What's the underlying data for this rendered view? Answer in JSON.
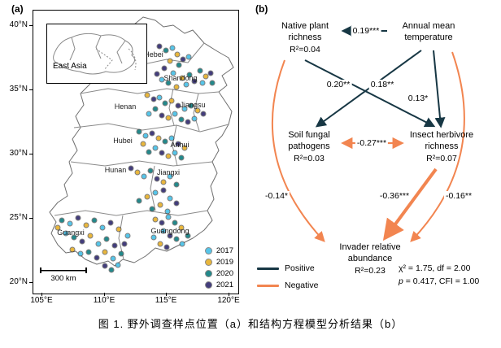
{
  "figure": {
    "panel_a_label": "(a)",
    "panel_b_label": "(b)",
    "caption": "图 1. 野外调查样点位置（a）和结构方程模型分析结果（b）"
  },
  "map": {
    "inset_label": "East Asia",
    "scale_bar_label": "300 km",
    "x_ticks": [
      "105°E",
      "110°E",
      "115°E",
      "120°E"
    ],
    "y_ticks": [
      "40°N",
      "35°N",
      "30°N",
      "25°N",
      "20°N"
    ],
    "provinces": [
      "Hebei",
      "Shandong",
      "Henan",
      "Jiangsu",
      "Hubei",
      "Anhui",
      "Hunan",
      "Jiangxi",
      "Guangxi",
      "Guangdong"
    ],
    "legend": [
      {
        "year": "2017",
        "color": "#56c5e9"
      },
      {
        "year": "2019",
        "color": "#e8b63c"
      },
      {
        "year": "2020",
        "color": "#23898b"
      },
      {
        "year": "2021",
        "color": "#433d7c"
      }
    ],
    "points": [
      [
        155,
        44,
        3
      ],
      [
        163,
        49,
        2
      ],
      [
        171,
        46,
        0
      ],
      [
        177,
        54,
        1
      ],
      [
        184,
        60,
        3
      ],
      [
        191,
        57,
        0
      ],
      [
        179,
        67,
        2
      ],
      [
        168,
        62,
        1
      ],
      [
        161,
        71,
        3
      ],
      [
        172,
        77,
        0
      ],
      [
        152,
        78,
        3
      ],
      [
        158,
        85,
        0
      ],
      [
        183,
        83,
        1
      ],
      [
        192,
        79,
        2
      ],
      [
        198,
        87,
        3
      ],
      [
        188,
        91,
        0
      ],
      [
        176,
        94,
        1
      ],
      [
        166,
        89,
        2
      ],
      [
        205,
        74,
        2
      ],
      [
        212,
        81,
        1
      ],
      [
        218,
        77,
        3
      ],
      [
        208,
        89,
        0
      ],
      [
        220,
        89,
        2
      ],
      [
        140,
        104,
        1
      ],
      [
        148,
        109,
        3
      ],
      [
        155,
        107,
        0
      ],
      [
        162,
        114,
        2
      ],
      [
        170,
        111,
        1
      ],
      [
        178,
        117,
        3
      ],
      [
        186,
        121,
        0
      ],
      [
        194,
        117,
        2
      ],
      [
        202,
        123,
        1
      ],
      [
        209,
        127,
        3
      ],
      [
        150,
        121,
        2
      ],
      [
        142,
        127,
        0
      ],
      [
        158,
        129,
        3
      ],
      [
        166,
        132,
        1
      ],
      [
        174,
        127,
        0
      ],
      [
        182,
        134,
        2
      ],
      [
        190,
        137,
        3
      ],
      [
        198,
        133,
        0
      ],
      [
        130,
        149,
        2
      ],
      [
        138,
        154,
        0
      ],
      [
        146,
        151,
        3
      ],
      [
        154,
        157,
        1
      ],
      [
        162,
        161,
        2
      ],
      [
        170,
        157,
        0
      ],
      [
        178,
        164,
        3
      ],
      [
        186,
        169,
        1
      ],
      [
        150,
        169,
        0
      ],
      [
        142,
        174,
        2
      ],
      [
        158,
        175,
        3
      ],
      [
        166,
        179,
        1
      ],
      [
        174,
        175,
        0
      ],
      [
        182,
        181,
        2
      ],
      [
        135,
        164,
        1
      ],
      [
        120,
        194,
        3
      ],
      [
        128,
        199,
        1
      ],
      [
        136,
        204,
        0
      ],
      [
        144,
        197,
        2
      ],
      [
        152,
        207,
        3
      ],
      [
        160,
        211,
        1
      ],
      [
        168,
        204,
        0
      ],
      [
        176,
        214,
        2
      ],
      [
        160,
        221,
        3
      ],
      [
        150,
        224,
        0
      ],
      [
        140,
        229,
        1
      ],
      [
        130,
        234,
        2
      ],
      [
        168,
        231,
        0
      ],
      [
        176,
        237,
        3
      ],
      [
        156,
        239,
        1
      ],
      [
        146,
        244,
        2
      ],
      [
        165,
        247,
        0
      ],
      [
        150,
        257,
        1
      ],
      [
        158,
        261,
        3
      ],
      [
        166,
        254,
        0
      ],
      [
        174,
        261,
        2
      ],
      [
        182,
        267,
        1
      ],
      [
        160,
        271,
        0
      ],
      [
        168,
        277,
        3
      ],
      [
        176,
        281,
        2
      ],
      [
        148,
        279,
        0
      ],
      [
        156,
        287,
        1
      ],
      [
        164,
        291,
        3
      ],
      [
        183,
        287,
        0
      ],
      [
        190,
        277,
        2
      ],
      [
        35,
        258,
        2
      ],
      [
        45,
        262,
        0
      ],
      [
        55,
        255,
        3
      ],
      [
        65,
        264,
        1
      ],
      [
        75,
        258,
        2
      ],
      [
        85,
        267,
        0
      ],
      [
        95,
        261,
        3
      ],
      [
        105,
        269,
        1
      ],
      [
        40,
        274,
        0
      ],
      [
        50,
        279,
        2
      ],
      [
        60,
        284,
        3
      ],
      [
        70,
        277,
        1
      ],
      [
        80,
        287,
        0
      ],
      [
        90,
        281,
        2
      ],
      [
        100,
        289,
        3
      ],
      [
        48,
        294,
        1
      ],
      [
        58,
        299,
        0
      ],
      [
        68,
        297,
        2
      ],
      [
        78,
        304,
        3
      ],
      [
        88,
        297,
        1
      ],
      [
        98,
        305,
        0
      ],
      [
        108,
        299,
        2
      ],
      [
        112,
        287,
        3
      ],
      [
        30,
        267,
        1
      ],
      [
        116,
        277,
        0
      ],
      [
        88,
        314,
        3
      ],
      [
        96,
        319,
        2
      ],
      [
        104,
        313,
        0
      ]
    ]
  },
  "sem": {
    "nodes": {
      "native_plant": {
        "label": "Native plant richness",
        "r2": "R²=0.04"
      },
      "temperature": {
        "label": "Annual mean temperature"
      },
      "soil_fungal": {
        "label": "Soil fungal pathogens",
        "r2": "R²=0.03"
      },
      "insect": {
        "label": "Insect herbivore richness",
        "r2": "R²=0.07"
      },
      "invader": {
        "label": "Invader relative abundance",
        "r2": "R²=0.23"
      }
    },
    "paths": [
      {
        "from": "temperature",
        "to": "native_plant",
        "label": "0.19***",
        "sign": "positive"
      },
      {
        "from": "native_plant",
        "to": "insect",
        "label": "0.20**",
        "sign": "positive"
      },
      {
        "from": "temperature",
        "to": "soil_fungal",
        "label": "0.18**",
        "sign": "positive"
      },
      {
        "from": "temperature",
        "to": "insect",
        "label": "0.13*",
        "sign": "positive"
      },
      {
        "from": "soil_fungal",
        "to": "insect",
        "label": "-0.27***",
        "sign": "negative",
        "bidirectional": true
      },
      {
        "from": "native_plant",
        "to": "invader",
        "label": "-0.14*",
        "sign": "negative"
      },
      {
        "from": "insect",
        "to": "invader",
        "label": "-0.36***",
        "sign": "negative"
      },
      {
        "from": "temperature",
        "to": "invader",
        "label": "-0.16**",
        "sign": "negative"
      }
    ],
    "legend": [
      {
        "label": "Positive",
        "color": "#173744"
      },
      {
        "label": "Negative",
        "color": "#f28550"
      }
    ],
    "fit": {
      "line1": "χ² = 1.75, df = 2.00",
      "line2": "p = 0.417, CFI = 1.00"
    }
  }
}
